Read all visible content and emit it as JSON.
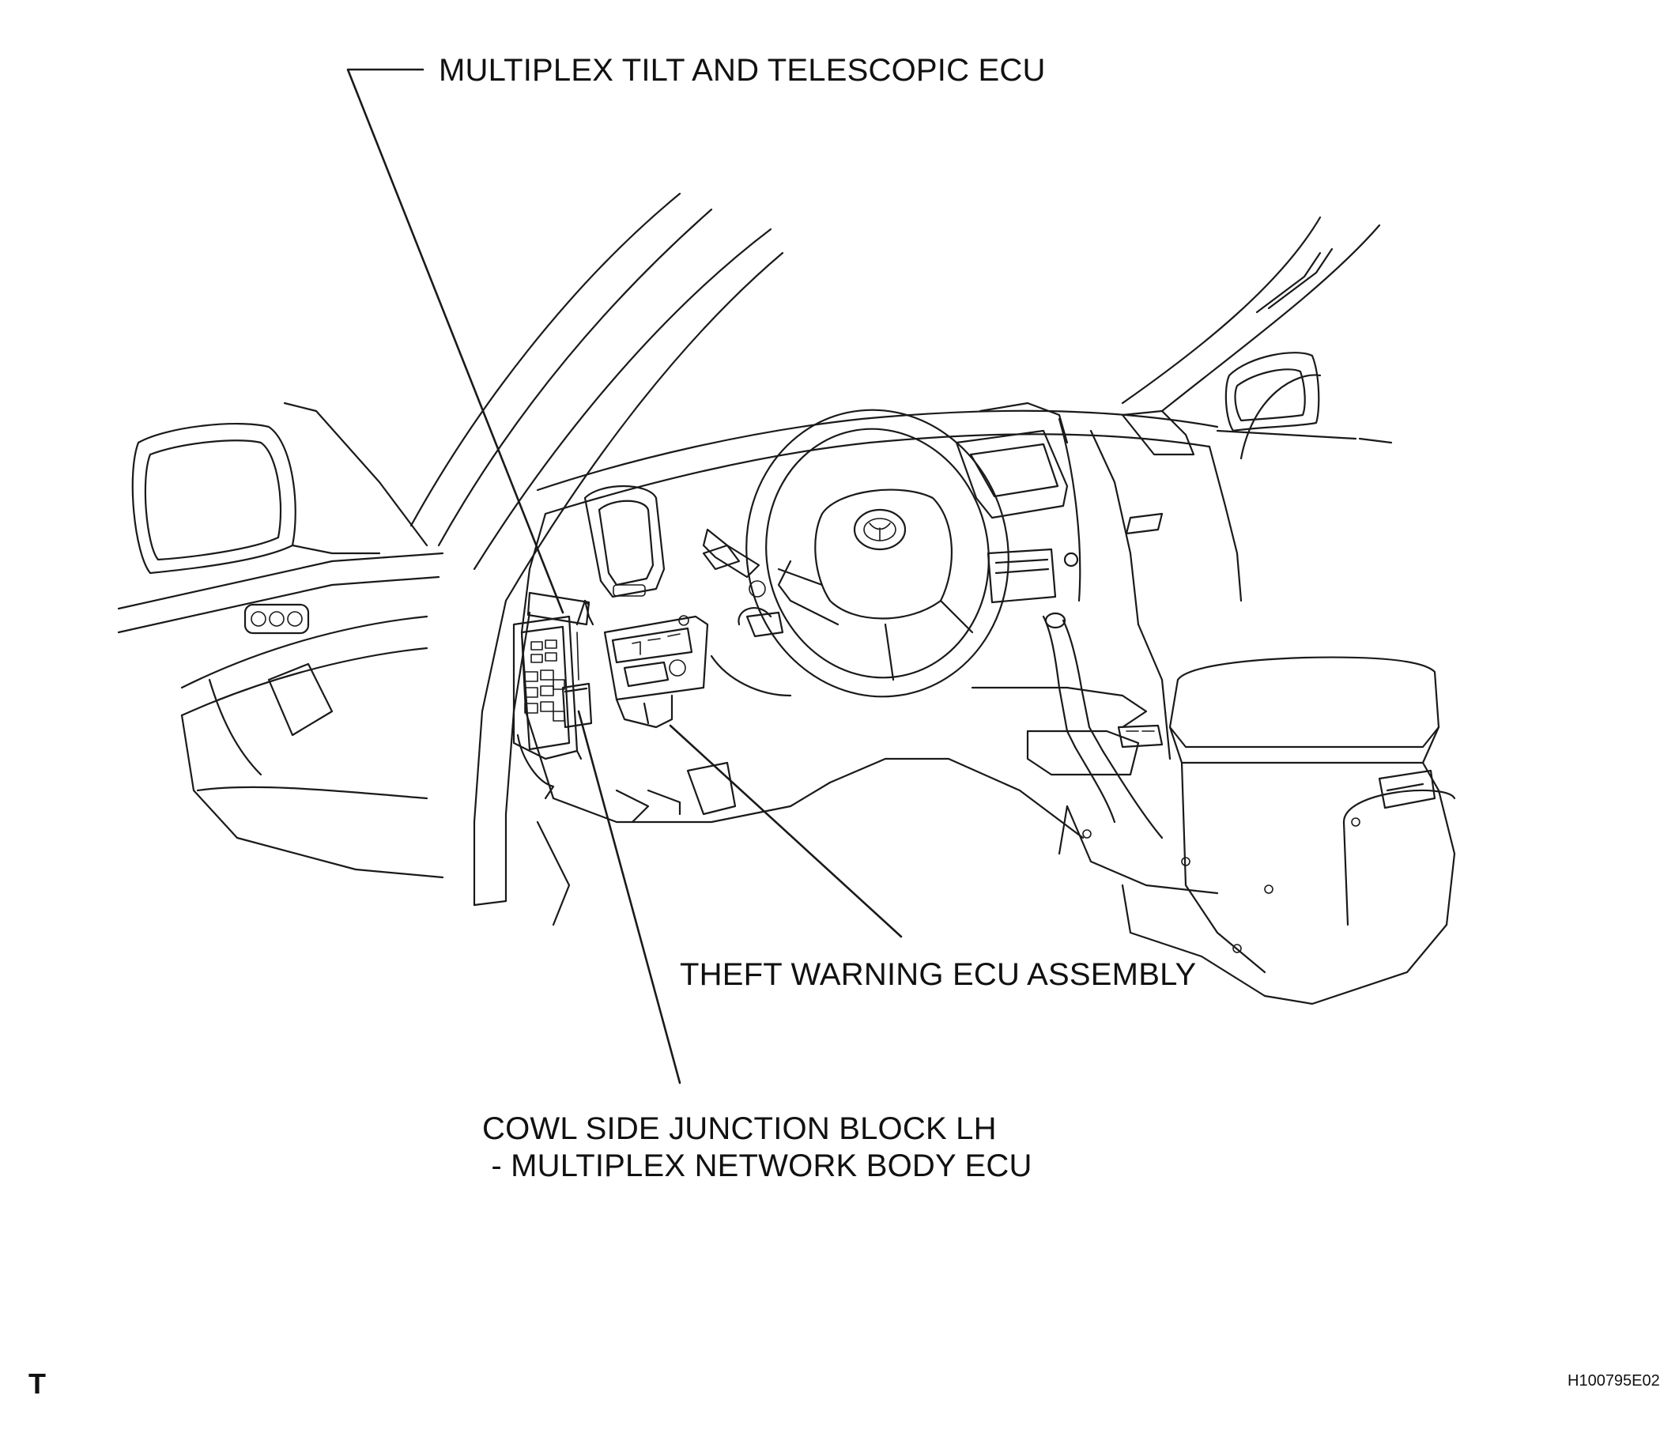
{
  "callouts": {
    "tilt_telescopic_ecu": "MULTIPLEX TILT AND TELESCOPIC ECU",
    "theft_warning_ecu": "THEFT WARNING ECU ASSEMBLY",
    "cowl_side_line1": "COWL SIDE JUNCTION BLOCK LH",
    "cowl_side_line2": " - MULTIPLEX NETWORK BODY ECU"
  },
  "corner_mark": "T",
  "figure_code": "H100795E02"
}
